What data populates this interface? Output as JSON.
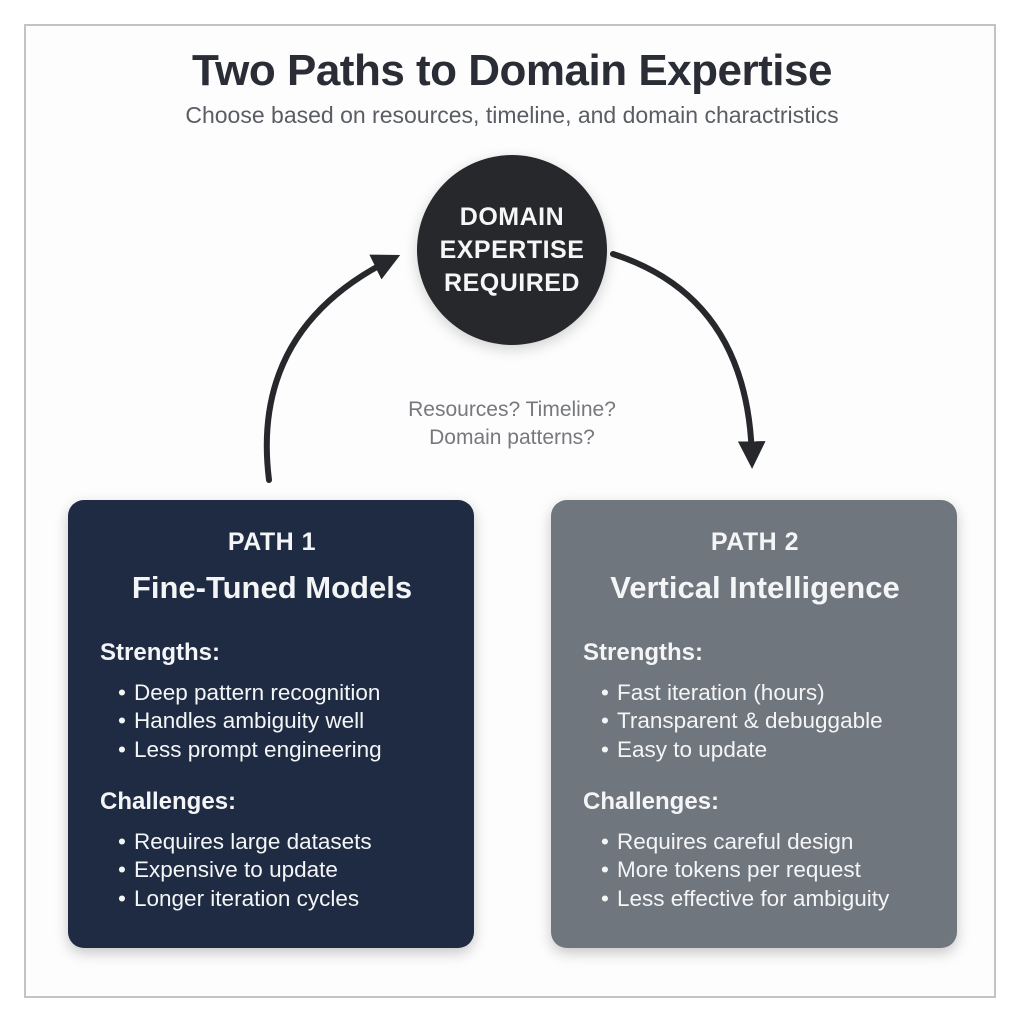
{
  "header": {
    "title": "Two Paths to Domain Expertise",
    "subtitle": "Choose based on resources, timeline, and domain charactristics"
  },
  "decision_node": {
    "lines": [
      "DOMAIN",
      "EXPERTISE",
      "REQUIRED"
    ]
  },
  "question": {
    "line1": "Resources? Timeline?",
    "line2": "Domain patterns?"
  },
  "paths": [
    {
      "label": "PATH 1",
      "title": "Fine-Tuned Models",
      "strengths_label": "Strengths:",
      "strengths": [
        "Deep pattern recognition",
        "Handles ambiguity well",
        "Less prompt engineering"
      ],
      "challenges_label": "Challenges:",
      "challenges": [
        "Requires large datasets",
        "Expensive to update",
        "Longer iteration cycles"
      ]
    },
    {
      "label": "PATH 2",
      "title": "Vertical Intelligence",
      "strengths_label": "Strengths:",
      "strengths": [
        "Fast iteration (hours)",
        "Transparent & debuggable",
        "Easy to update"
      ],
      "challenges_label": "Challenges:",
      "challenges": [
        "Requires careful design",
        "More tokens per request",
        "Less effective for ambiguity"
      ]
    }
  ],
  "colors": {
    "path1_bg": "#1e2b42",
    "path2_bg": "#70767d",
    "node_bg": "#26282c",
    "arrow": "#26282b",
    "frame_border": "#c3c3c5",
    "title_text": "#2a2d35",
    "muted_text": "#76787d"
  }
}
